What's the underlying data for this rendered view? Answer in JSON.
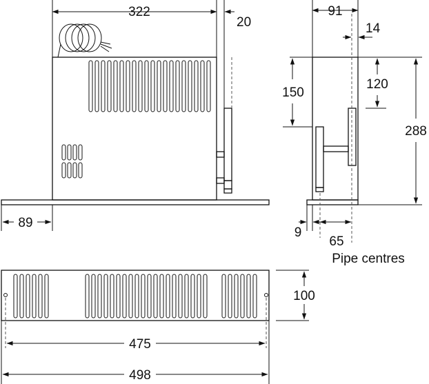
{
  "dimensions": {
    "side_width": "322",
    "side_offset": "20",
    "end_width": "91",
    "pipe_offset": "14",
    "end_height_upper": "150",
    "pipe_height": "120",
    "overall_height": "288",
    "base_overhang": "89",
    "base_lip": "9",
    "pipe_centres_value": "65",
    "pipe_centres_label": "Pipe centres",
    "grille_height": "100",
    "fixing_centres": "475",
    "overall_length": "498"
  }
}
